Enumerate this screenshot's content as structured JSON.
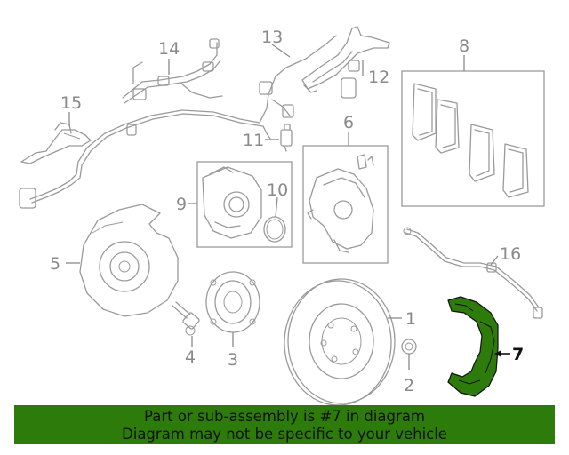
{
  "diagram": {
    "callouts": {
      "n1": "1",
      "n2": "2",
      "n3": "3",
      "n4": "4",
      "n5": "5",
      "n6": "6",
      "n7": "7",
      "n8": "8",
      "n9": "9",
      "n10": "10",
      "n11": "11",
      "n12": "12",
      "n13": "13",
      "n14": "14",
      "n15": "15",
      "n16": "16"
    },
    "highlight_part": "7",
    "highlight_color": "#2d7c0b"
  },
  "banner": {
    "line1": "Part or sub-assembly is #7 in diagram",
    "line2": "Diagram may not be specific to your vehicle",
    "background": "#2d7c0b"
  }
}
